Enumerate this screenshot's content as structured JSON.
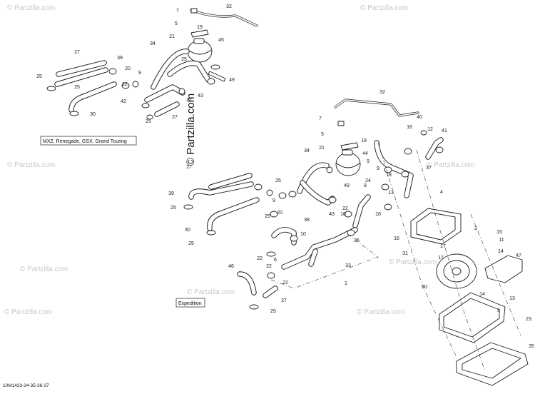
{
  "watermark": {
    "brand": "© Partzilla.com",
    "main": "© Partzilla.com"
  },
  "figure_id": "10M1433-34-35-36-37",
  "model_boxes": {
    "top": "MXZ, Renegade, GSX, Grand Touring",
    "bottom": "Expedition"
  },
  "callouts_top": [
    "7",
    "32",
    "5",
    "19",
    "21",
    "45",
    "34",
    "49",
    "27",
    "39",
    "20",
    "9",
    "25",
    "43",
    "22",
    "25",
    "42",
    "22",
    "25",
    "30",
    "27",
    "25"
  ],
  "callouts_main": [
    "32",
    "7",
    "40",
    "5",
    "16",
    "12",
    "41",
    "19",
    "21",
    "44",
    "34",
    "9",
    "37",
    "27",
    "9",
    "8",
    "25",
    "24",
    "18",
    "39",
    "49",
    "13",
    "25",
    "9",
    "22",
    "20",
    "25",
    "43",
    "18",
    "10",
    "38",
    "10",
    "36",
    "30",
    "16",
    "25",
    "22",
    "6",
    "22",
    "33",
    "46",
    "2",
    "15",
    "11",
    "14",
    "47",
    "22",
    "1",
    "27",
    "50",
    "25",
    "14",
    "13",
    "3",
    "23",
    "35",
    "17",
    "17",
    "31",
    "4"
  ],
  "colors": {
    "line": "#1a1a1a",
    "watermark": "#c8c8c8",
    "background": "#ffffff"
  }
}
